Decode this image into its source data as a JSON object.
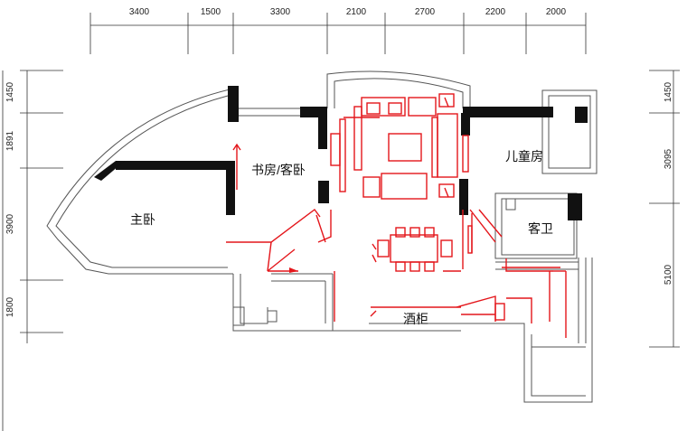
{
  "dimensions": {
    "top": [
      "3400",
      "1500",
      "3300",
      "2100",
      "2700",
      "2200",
      "2000"
    ],
    "left": [
      "1450",
      "1891",
      "3900",
      "1800"
    ],
    "right": [
      "1450",
      "3095",
      "5100"
    ]
  },
  "rooms": {
    "master_bedroom": "主卧",
    "study_guest": "书房/客卧",
    "children_room": "儿童房",
    "guest_bathroom": "客卫",
    "wine_cabinet": "酒柜"
  },
  "colors": {
    "wall": "#111111",
    "outline": "#555555",
    "furniture": "#e4161b"
  }
}
